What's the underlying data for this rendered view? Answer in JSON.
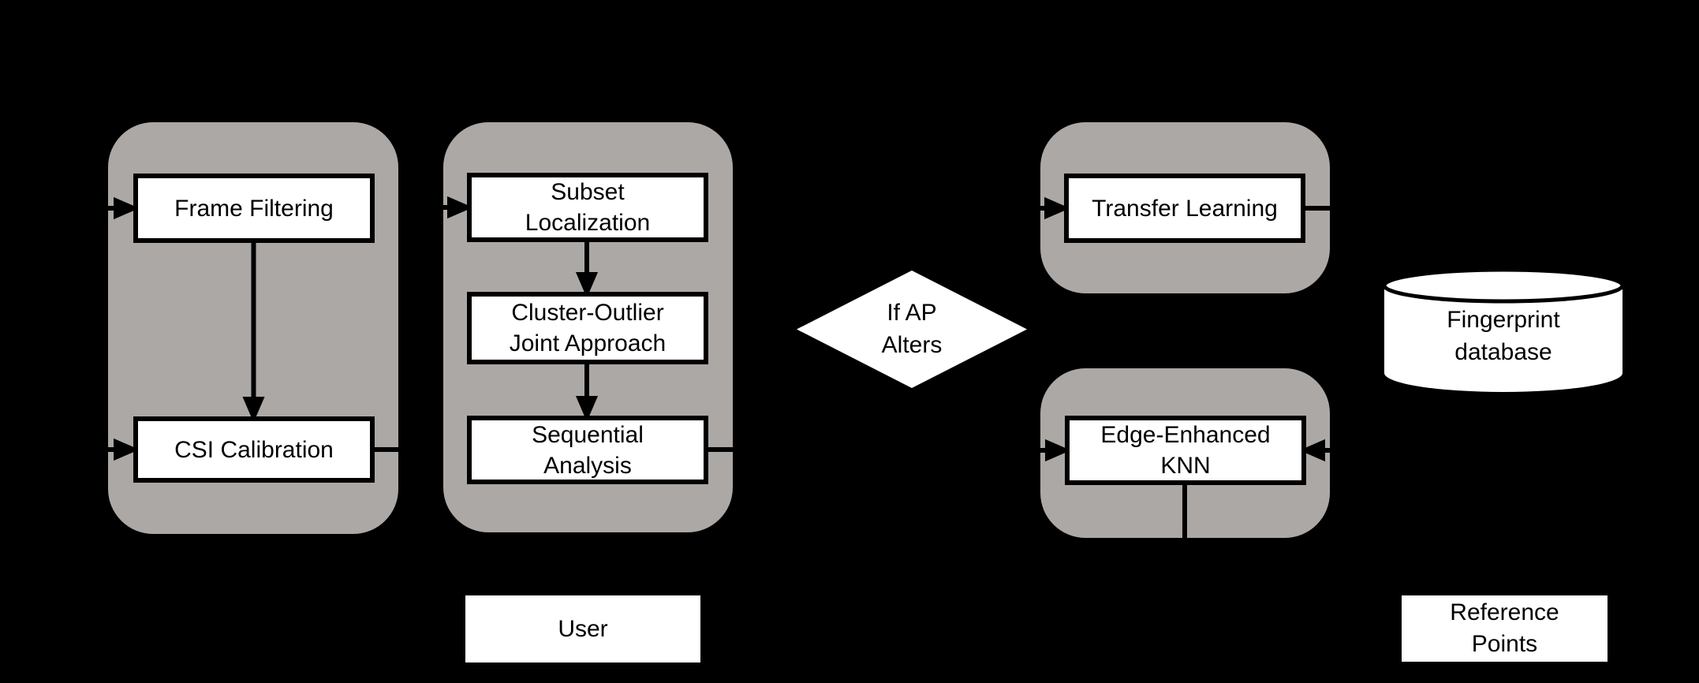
{
  "canvas": {
    "background": "#000000",
    "panel_color": "#ACA8A5",
    "node_fill": "#FFFFFF",
    "node_border": "#000000",
    "connector_color": "#000000"
  },
  "nodes": {
    "frame_filtering": {
      "lines": [
        "Frame Filtering"
      ]
    },
    "csi_calibration": {
      "lines": [
        "CSI Calibration"
      ]
    },
    "subset_localization": {
      "lines": [
        "Subset",
        "Localization"
      ]
    },
    "cluster_outlier": {
      "lines": [
        "Cluster-Outlier",
        "Joint Approach"
      ]
    },
    "sequential_analysis": {
      "lines": [
        "Sequential",
        "Analysis"
      ]
    },
    "transfer_learning": {
      "lines": [
        "Transfer Learning"
      ]
    },
    "edge_enhanced_knn": {
      "lines": [
        "Edge-Enhanced",
        "KNN"
      ]
    },
    "decision_if_ap_alters": {
      "lines": [
        "If AP",
        "Alters"
      ]
    },
    "fingerprint_database": {
      "lines": [
        "Fingerprint",
        "database"
      ]
    },
    "user": {
      "lines": [
        "User"
      ]
    },
    "reference_points": {
      "lines": [
        "Reference",
        "Points"
      ]
    }
  }
}
